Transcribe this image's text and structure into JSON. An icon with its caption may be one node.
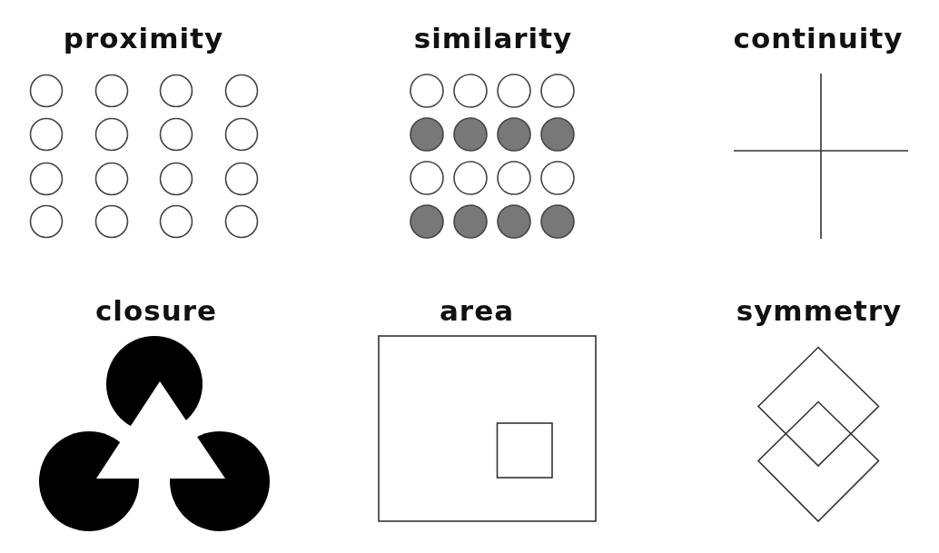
{
  "diagram": {
    "labels": [
      "proximity",
      "similarity",
      "continuity",
      "closure",
      "area",
      "symmetry"
    ]
  }
}
